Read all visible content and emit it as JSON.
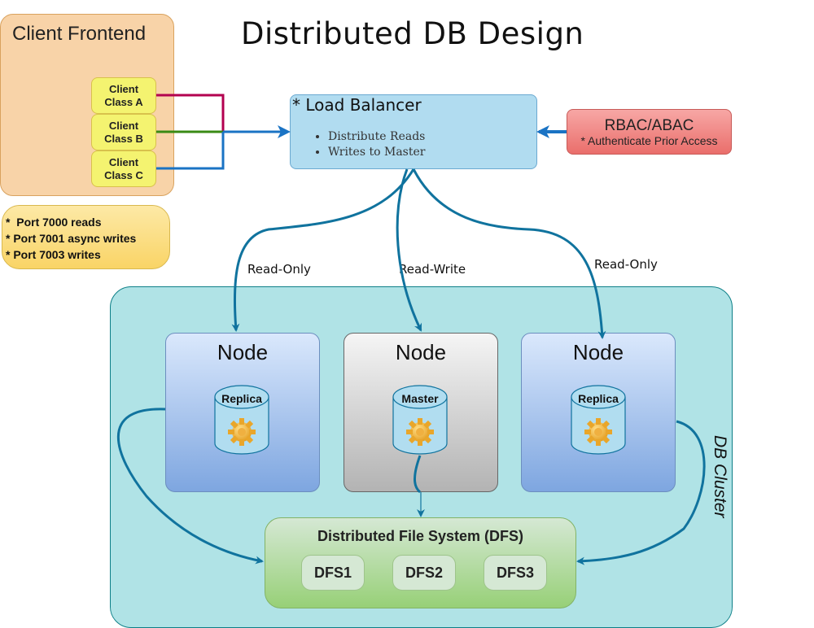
{
  "title": "Distributed DB Design",
  "client_frontend": {
    "label": "Client Frontend",
    "classes": [
      "Client\nClass A",
      "Client\nClass B",
      "Client\nClass C"
    ]
  },
  "ports_note": {
    "lines": [
      "*  Port 7000 reads",
      "* Port 7001 async writes",
      "* Port 7003 writes"
    ]
  },
  "load_balancer": {
    "title": "* Load Balancer",
    "bullets": [
      "Distribute Reads",
      "Writes to Master"
    ]
  },
  "rbac": {
    "title": "RBAC/ABAC",
    "subtitle": "* Authenticate Prior Access"
  },
  "edge_labels": {
    "left": "Read-Only",
    "middle": "Read-Write",
    "right": "Read-Only"
  },
  "cluster": {
    "label": "DB Cluster",
    "nodes": [
      {
        "title": "Node",
        "db": "Replica",
        "role": "replica"
      },
      {
        "title": "Node",
        "db": "Master",
        "role": "master"
      },
      {
        "title": "Node",
        "db": "Replica",
        "role": "replica"
      }
    ]
  },
  "dfs": {
    "title": "Distributed File System (DFS)",
    "items": [
      "DFS1",
      "DFS2",
      "DFS3"
    ]
  },
  "colors": {
    "edge_blue": "#10739e",
    "client_a_line": "#b3004f",
    "client_b_line": "#3a8a14",
    "client_c_line": "#1a73c4",
    "arrow_blue": "#1a73c4"
  }
}
